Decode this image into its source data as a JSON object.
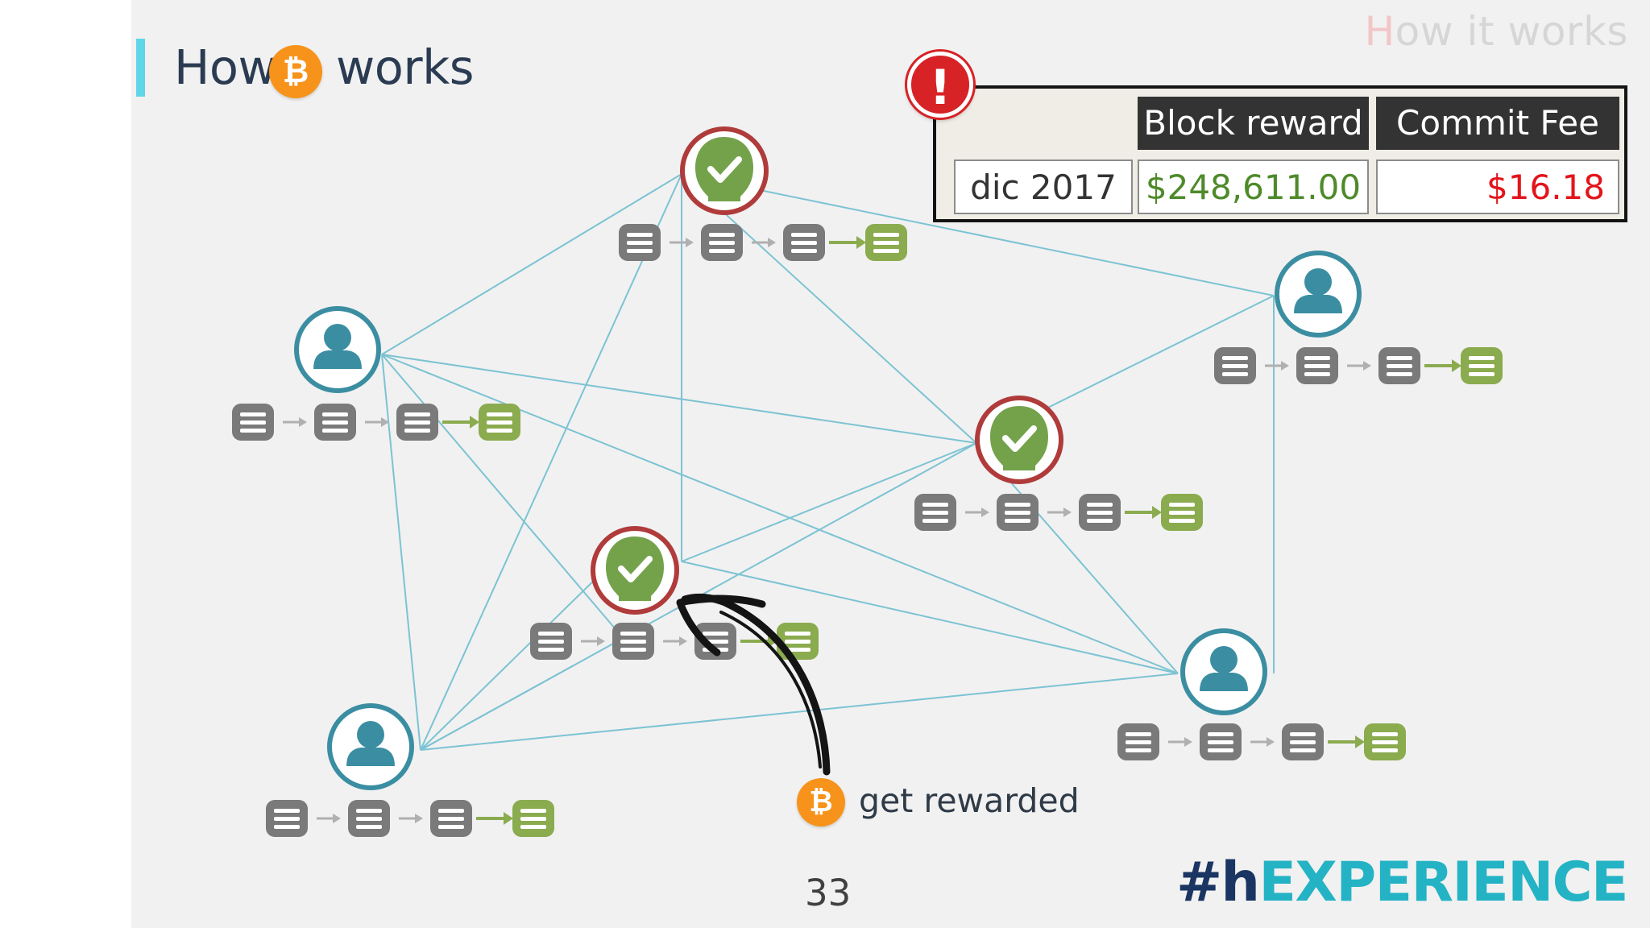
{
  "slide": {
    "title_prefix": "How",
    "title_suffix": "works",
    "corner_title_first": "H",
    "corner_title_rest": "ow it works",
    "annotation": "get rewarded",
    "page_number": "33",
    "brand_prefix": "#h",
    "brand_suffix": "EXPERIENCE"
  },
  "bitcoin_symbol": "₿",
  "alert_symbol": "!",
  "table": {
    "headers": [
      "Block reward",
      "Commit Fee"
    ],
    "row": {
      "period": "dic 2017",
      "block_reward": "$248,611.00",
      "commit_fee": "$16.18"
    }
  },
  "network": {
    "nodes": [
      {
        "id": "user-1",
        "role": "user",
        "label": "user-node"
      },
      {
        "id": "user-2",
        "role": "user",
        "label": "user-node"
      },
      {
        "id": "user-3",
        "role": "user",
        "label": "user-node"
      },
      {
        "id": "user-4",
        "role": "user",
        "label": "user-node"
      },
      {
        "id": "miner-1",
        "role": "miner",
        "validated": true
      },
      {
        "id": "miner-2",
        "role": "miner",
        "validated": true
      },
      {
        "id": "miner-3",
        "role": "miner",
        "validated": true,
        "rewarded": true
      }
    ],
    "chain_length": 4
  },
  "colors": {
    "user": "#3b8ea2",
    "miner_ring": "#b03b3b",
    "miner_fill": "#74a24b",
    "block_grey": "#7a7a7a",
    "block_new": "#8bab4f",
    "link_line": "#7cc3d3",
    "btc_orange": "#f7931a",
    "reward_value": "#4e8a2a",
    "fee_value": "#e3141b"
  }
}
